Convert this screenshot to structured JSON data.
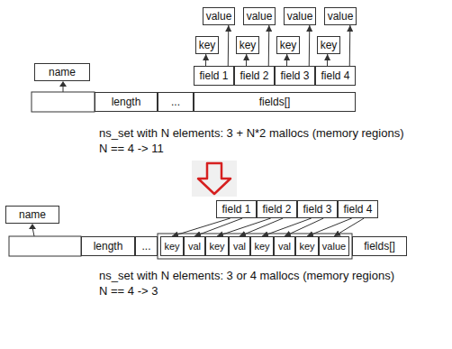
{
  "diagram": {
    "nodes": [
      {
        "text": [
          "value"
        ]
      },
      {
        "text": [
          "value"
        ]
      },
      {
        "text": [
          "value"
        ]
      },
      {
        "text": [
          "value"
        ]
      },
      {
        "text": [
          "key"
        ]
      },
      {
        "text": [
          "key"
        ]
      },
      {
        "text": [
          "key"
        ]
      },
      {
        "text": [
          "key"
        ]
      },
      {
        "text": [
          "field 1"
        ]
      },
      {
        "text": [
          "field 2"
        ]
      },
      {
        "text": [
          "field 3"
        ]
      },
      {
        "text": [
          "field 4"
        ]
      },
      {
        "text": [
          "name"
        ]
      },
      {
        "text": [
          "length"
        ]
      },
      {
        "text": [
          "..."
        ]
      },
      {
        "text": [
          "fields[]"
        ]
      },
      {
        "text": [
          "name"
        ]
      },
      {
        "text": [
          "field 1"
        ]
      },
      {
        "text": [
          "field 2"
        ]
      },
      {
        "text": [
          "field 3"
        ]
      },
      {
        "text": [
          "field 4"
        ]
      },
      {
        "text": [
          "length"
        ]
      },
      {
        "text": [
          "..."
        ]
      },
      {
        "text": [
          "key"
        ]
      },
      {
        "text": [
          "val"
        ]
      },
      {
        "text": [
          "key"
        ]
      },
      {
        "text": [
          "val"
        ]
      },
      {
        "text": [
          "key"
        ]
      },
      {
        "text": [
          "val"
        ]
      },
      {
        "text": [
          "key"
        ]
      },
      {
        "text": [
          "value"
        ]
      },
      {
        "text": [
          "fields[]"
        ]
      }
    ],
    "edges": [
      {
        "from": 8,
        "to": 4,
        "arrow": "to"
      },
      {
        "from": 8,
        "to": 0,
        "arrow": "to"
      },
      {
        "from": 9,
        "to": 5,
        "arrow": "to"
      },
      {
        "from": 9,
        "to": 1,
        "arrow": "to"
      },
      {
        "from": 10,
        "to": 6,
        "arrow": "to"
      },
      {
        "from": 10,
        "to": 2,
        "arrow": "to"
      },
      {
        "from": 11,
        "to": 7,
        "arrow": "to"
      },
      {
        "from": 11,
        "to": 3,
        "arrow": "to"
      },
      {
        "from": 17,
        "to": 23,
        "arrow": "to"
      },
      {
        "from": 17,
        "to": 24,
        "arrow": "to"
      },
      {
        "from": 18,
        "to": 25,
        "arrow": "to"
      },
      {
        "from": 18,
        "to": 26,
        "arrow": "to"
      },
      {
        "from": 19,
        "to": 27,
        "arrow": "to"
      },
      {
        "from": 19,
        "to": 28,
        "arrow": "to"
      },
      {
        "from": 20,
        "to": 29,
        "arrow": "to"
      },
      {
        "from": 20,
        "to": 30,
        "arrow": "to"
      }
    ],
    "labels": [
      "ns_set with N elements: 3 + N*2 mallocs (memory regions)",
      "N == 4 -> 11",
      "ns_set with N elements: 3 or 4 mallocs (memory regions)",
      "N == 4 -> 3"
    ]
  }
}
